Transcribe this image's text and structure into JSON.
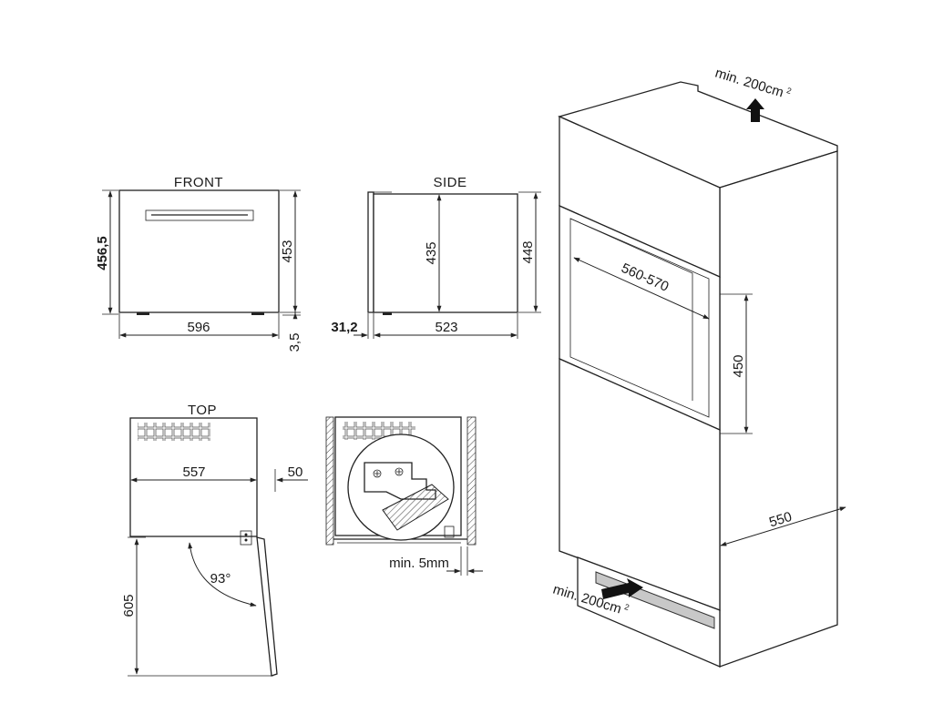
{
  "front": {
    "title": "FRONT",
    "height_total": "456,5",
    "height_body": "453",
    "width": "596",
    "foot": "3,5"
  },
  "side": {
    "title": "SIDE",
    "height_inner": "435",
    "height_total": "448",
    "depth": "523",
    "front_panel": "31,2"
  },
  "top": {
    "title": "TOP",
    "width": "557",
    "offset": "50",
    "door_clearance": "605",
    "door_angle": "93°"
  },
  "detail": {
    "min_gap": "min. 5mm"
  },
  "install": {
    "vent_top": "min. 200cm",
    "vent_top_sup": "2",
    "vent_bottom": "min. 200cm",
    "vent_bottom_sup": "2",
    "niche_width": "560-570",
    "niche_height": "450",
    "depth": "550"
  }
}
